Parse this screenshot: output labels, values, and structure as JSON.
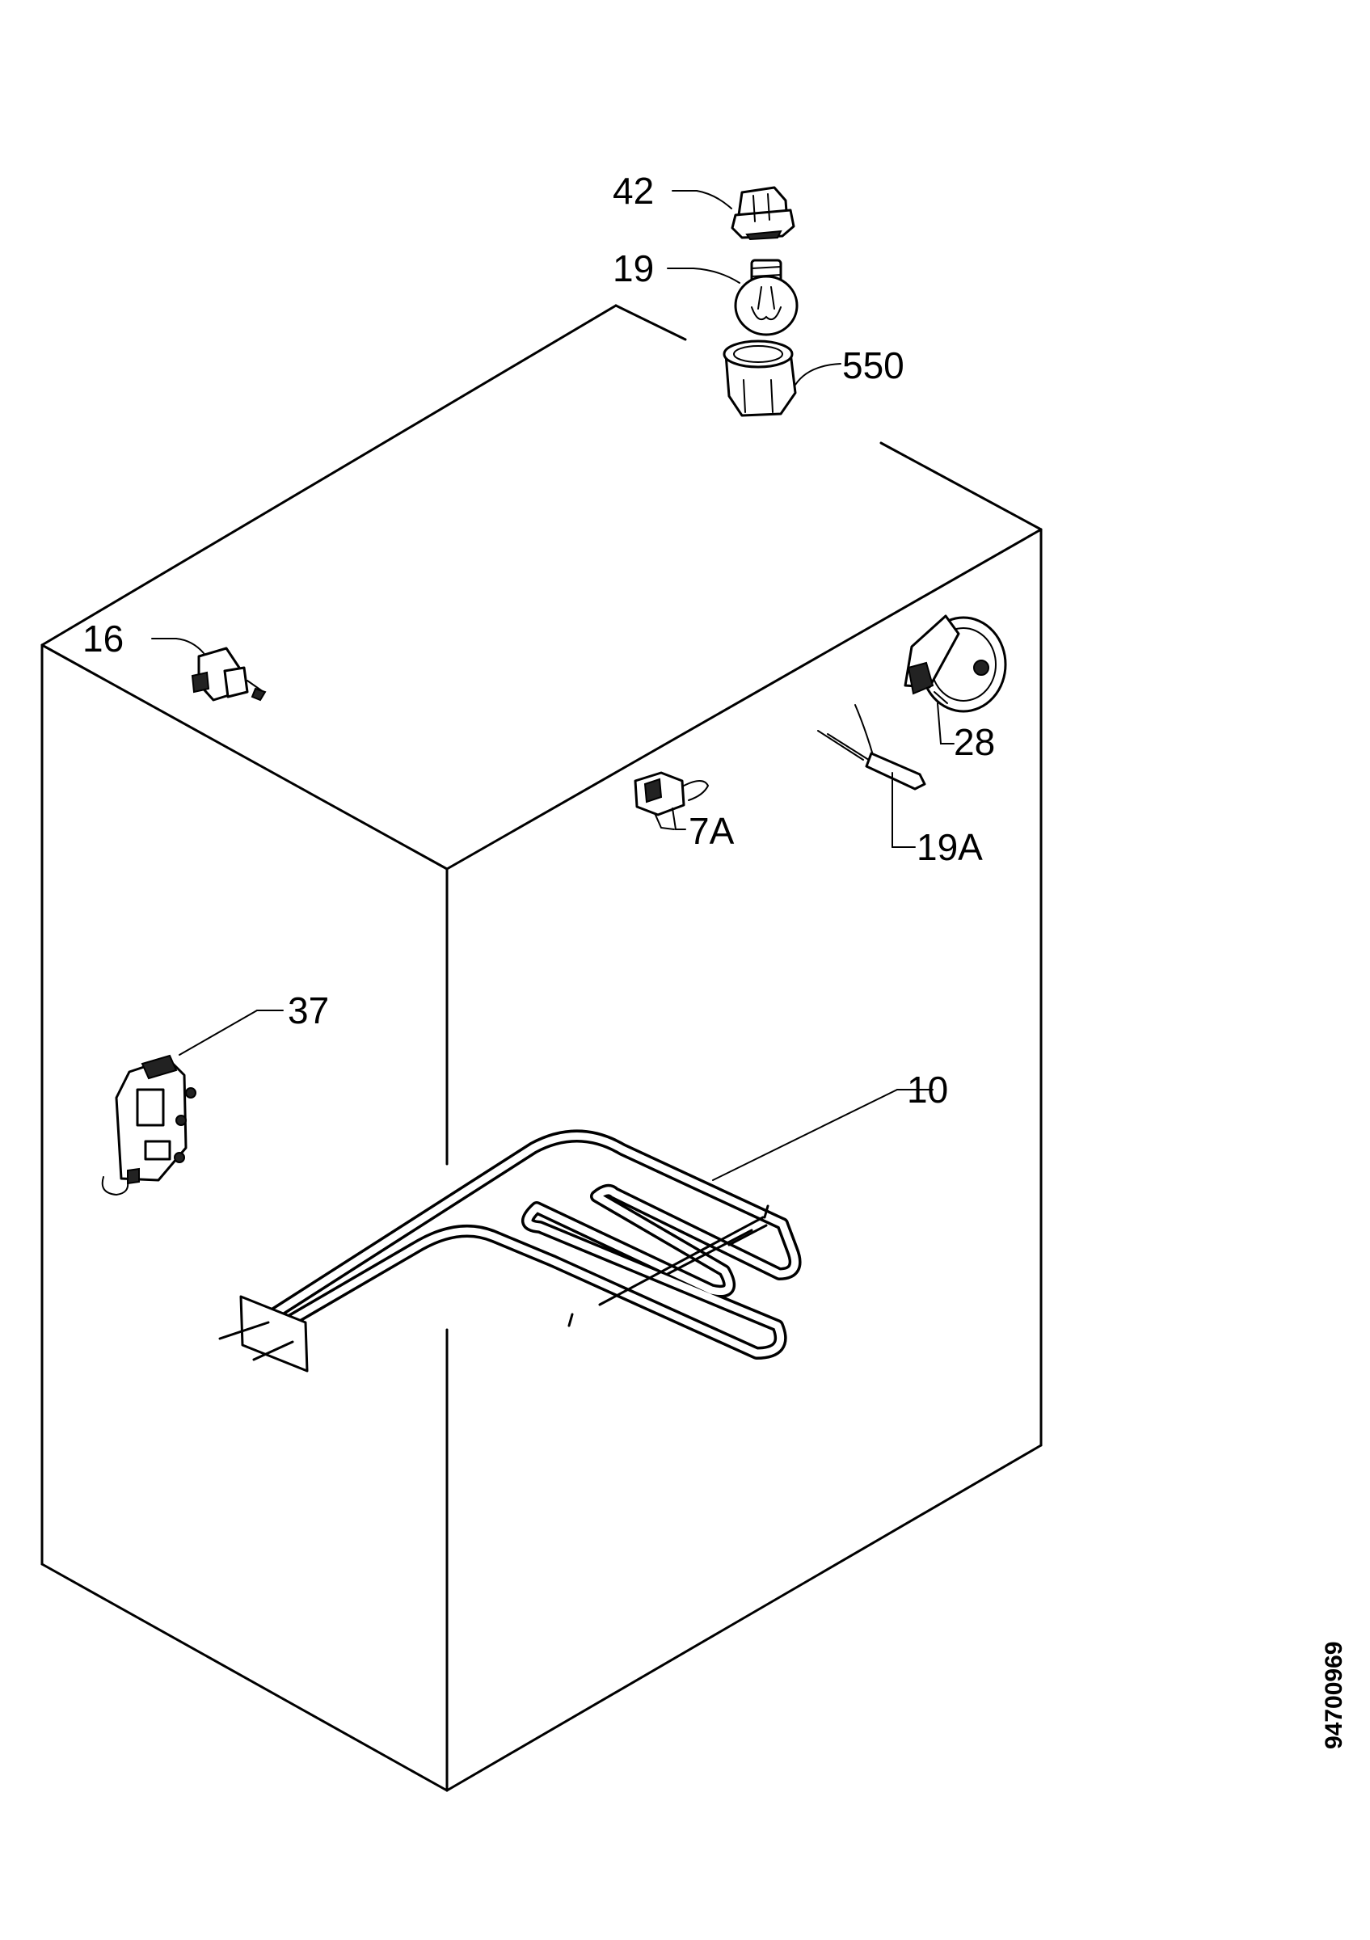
{
  "labels": {
    "p42": "42",
    "p19": "19",
    "p550": "550",
    "p16": "16",
    "p28": "28",
    "p7a": "7A",
    "p19a": "19A",
    "p37": "37",
    "p10": "10"
  },
  "drawing_code": "94700969"
}
